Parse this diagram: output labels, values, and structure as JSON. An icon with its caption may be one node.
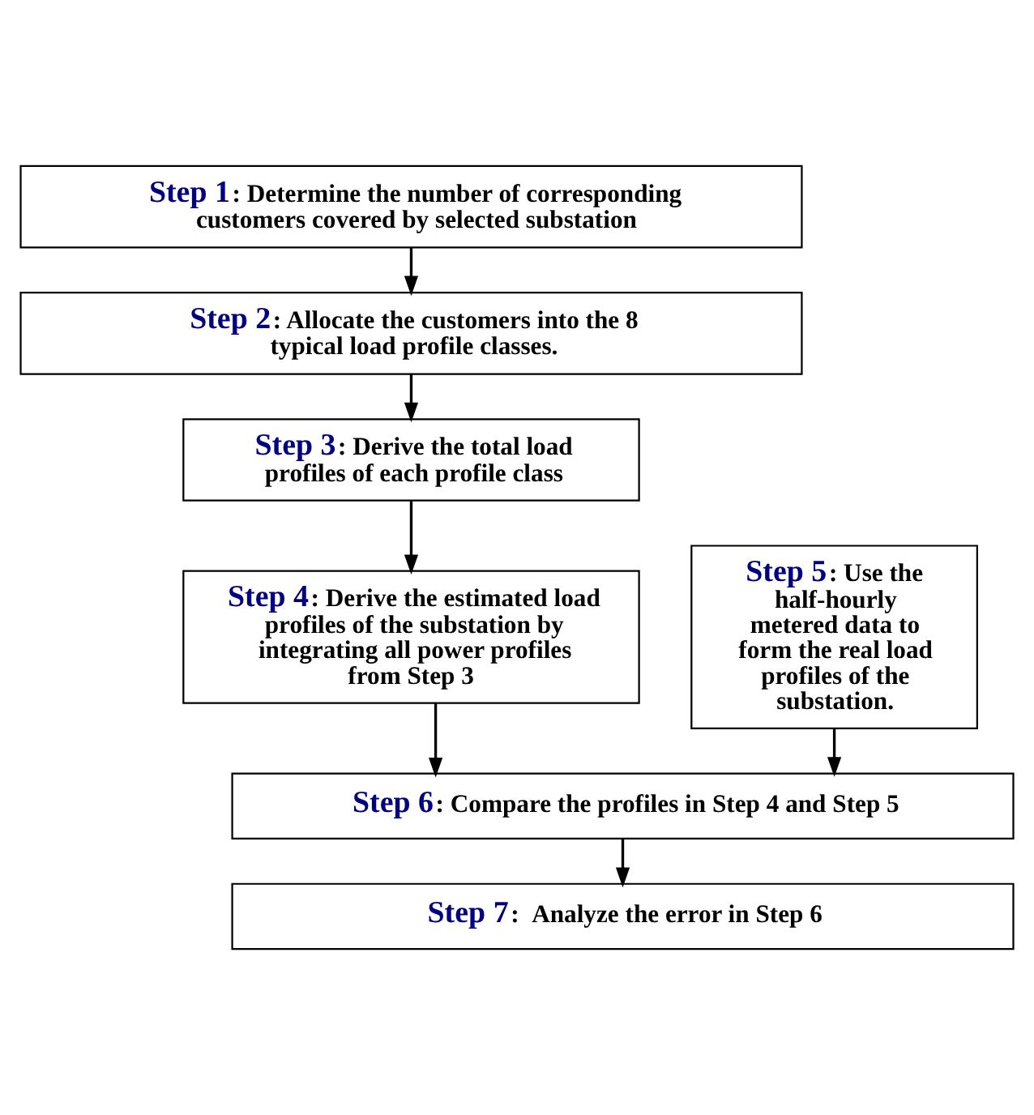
{
  "diagram": {
    "nodes": [
      {
        "text": [
          "Step 1",
          ": Determine the number of corresponding customers covered by selected substation"
        ]
      },
      {
        "text": [
          "Step 2",
          ": Allocate the customers into the 8 typical load profile classes."
        ]
      },
      {
        "text": [
          "Step 3",
          ": Derive the total load profiles of each profile class"
        ]
      },
      {
        "text": [
          "Step 4",
          ": Derive the estimated load profiles of the substation by integrating all power profiles from Step 3"
        ]
      },
      {
        "text": [
          "Step 5",
          ": Use the half-hourly metered data to form the real load profiles of the substation."
        ]
      },
      {
        "text": [
          "Step 6",
          ": Compare the profiles in Step 4 and Step 5"
        ]
      },
      {
        "text": [
          "Step 7",
          ":  Analyze the error in Step 6"
        ]
      }
    ],
    "edges": [
      {
        "from": 0,
        "to": 1,
        "arrow": "to"
      },
      {
        "from": 1,
        "to": 2,
        "arrow": "to"
      },
      {
        "from": 2,
        "to": 3,
        "arrow": "to"
      },
      {
        "from": 3,
        "to": 5,
        "arrow": "to"
      },
      {
        "from": 4,
        "to": 5,
        "arrow": "to"
      },
      {
        "from": 5,
        "to": 6,
        "arrow": "to"
      }
    ]
  }
}
